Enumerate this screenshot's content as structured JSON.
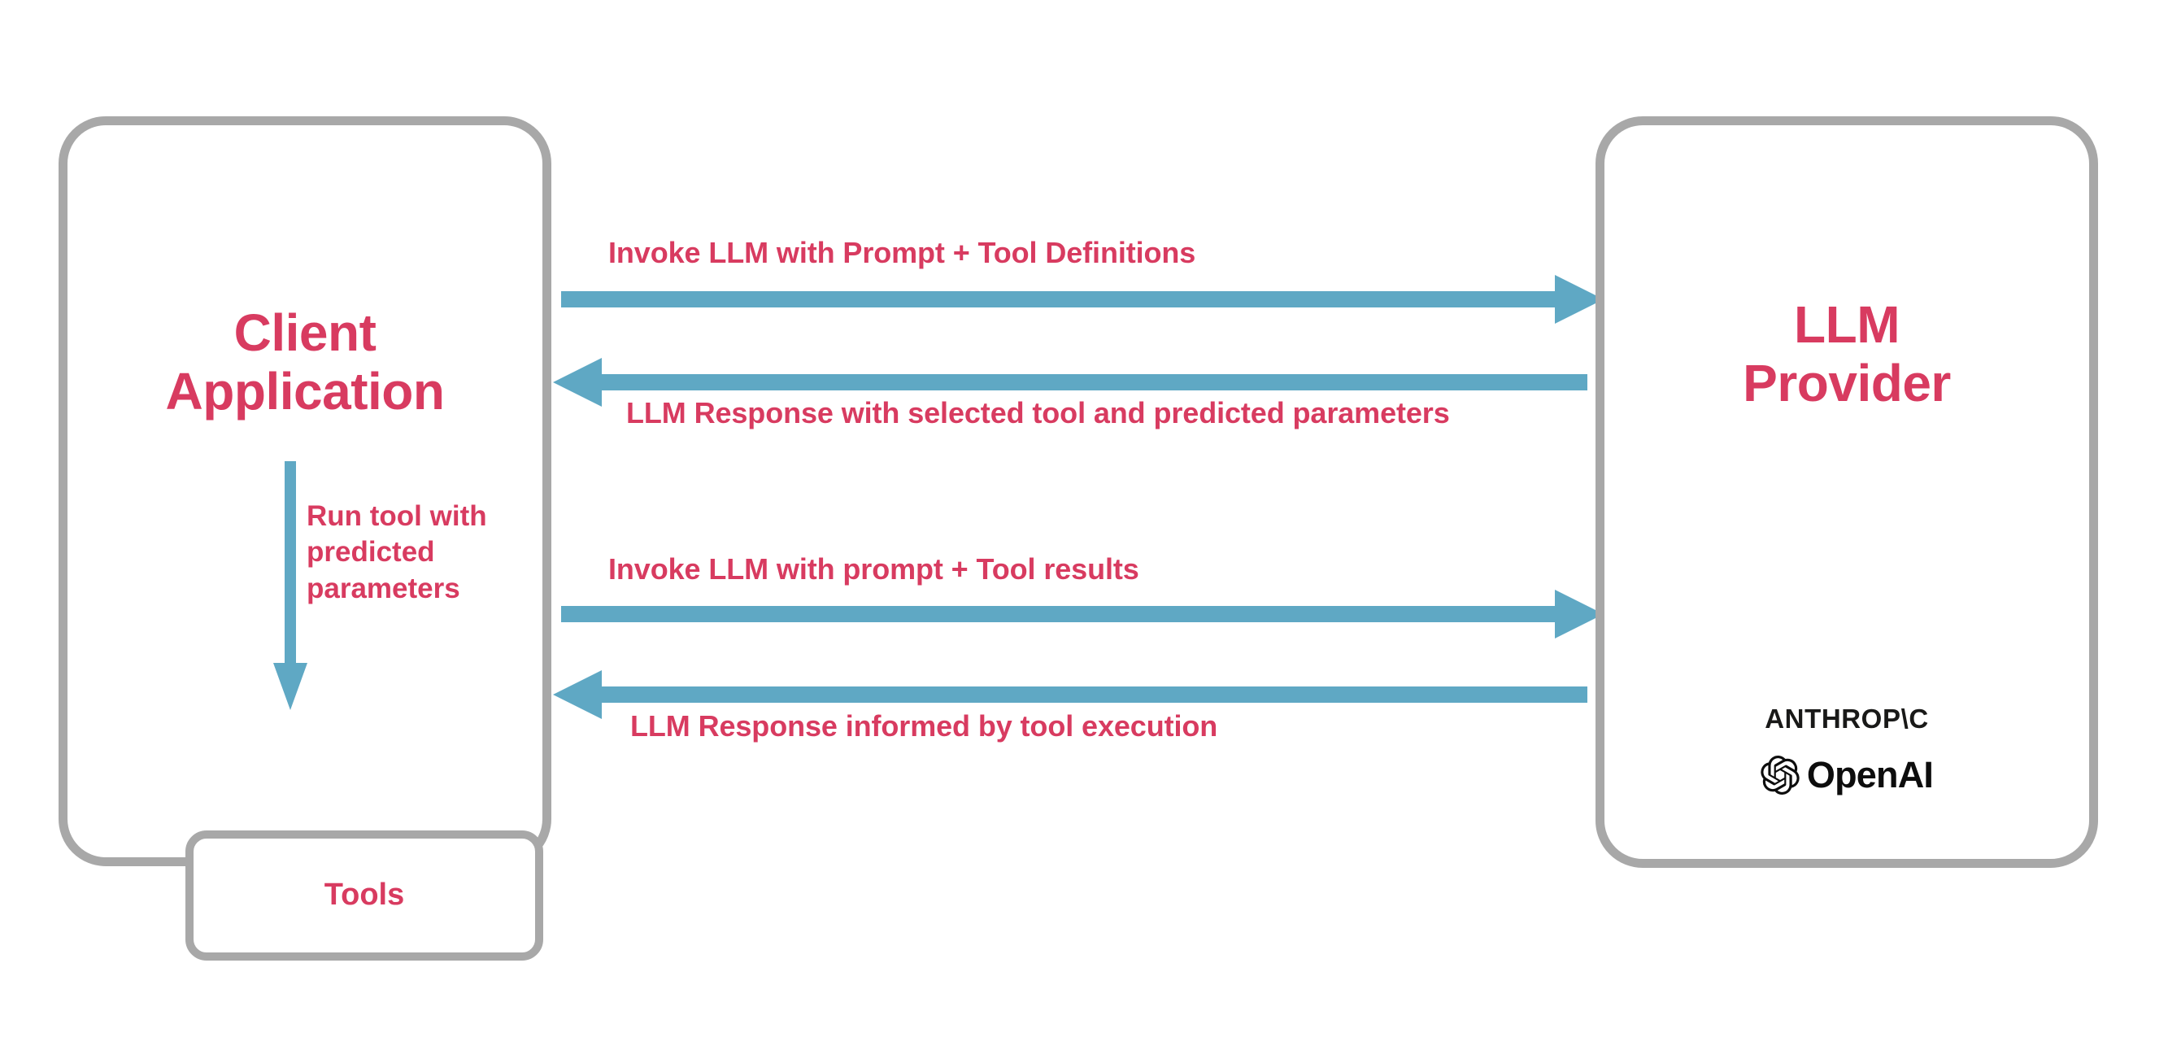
{
  "diagram": {
    "title": "LLM tool-calling interaction flow",
    "colors": {
      "accent_text": "#d83b60",
      "arrow": "#5fa8c4",
      "box_border": "#a8a8a8",
      "logo_text": "#191918",
      "background": "#ffffff"
    }
  },
  "client": {
    "title": "Client\nApplication",
    "tools": {
      "label": "Tools"
    },
    "internal_arrow": {
      "label": "Run tool with\npredicted\nparameters",
      "direction": "down",
      "icon": "down-arrow-icon"
    }
  },
  "provider": {
    "title": "LLM\nProvider",
    "logos": [
      {
        "name": "anthropic-logo",
        "text": "ANTHROP\\C"
      },
      {
        "name": "openai-logo",
        "text": "OpenAI"
      }
    ]
  },
  "messages": [
    {
      "id": "invoke-llm-with-prompt-and-tool-definitions",
      "label": "Invoke LLM with Prompt + Tool Definitions",
      "direction": "right",
      "icon": "right-arrow-icon"
    },
    {
      "id": "llm-response-with-selected-tool",
      "label": "LLM Response with selected tool and predicted parameters",
      "direction": "left",
      "icon": "left-arrow-icon"
    },
    {
      "id": "invoke-llm-with-prompt-and-tool-results",
      "label": "Invoke LLM with prompt + Tool results",
      "direction": "right",
      "icon": "right-arrow-icon"
    },
    {
      "id": "llm-response-informed-by-tool-execution",
      "label": "LLM Response informed by tool execution",
      "direction": "left",
      "icon": "left-arrow-icon"
    }
  ]
}
